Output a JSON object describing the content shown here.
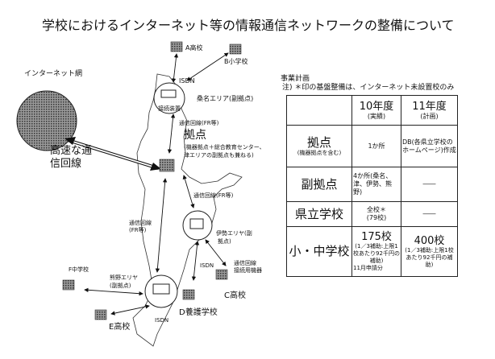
{
  "title": "学校におけるインターネット等の情報通信ネットワークの整備について",
  "diagram": {
    "internet": "インターネット網",
    "highspeed1": "高速な通",
    "highspeed2": "信回線",
    "a_school": "A高校",
    "b_school": "B小学校",
    "isdn1": "ISDN",
    "device": "接続装置",
    "kuwana": "桑名エリア(副拠点)",
    "line1": "通信回線(FR等)",
    "hub": "拠点",
    "hub_sub1": "(機器拠点＋総合教育センター、",
    "hub_sub2": "津エリアの副拠点も兼ねる)",
    "line2": "通信回線(FR等)",
    "line3a": "通信回線",
    "line3b": "(FR等)",
    "ise1": "伊勢エリヤ(副",
    "ise2": "拠点)",
    "isdn2": "ISDN",
    "equip1": "通信回線",
    "equip2": "接続用機器",
    "c_school": "C高校",
    "d_school": "D養護学校",
    "kumano1": "熊野エリヤ",
    "kumano2": "(副拠点)",
    "f_school": "F中学校",
    "e_school": "E高校",
    "isdn3": "ISDN"
  },
  "plan": {
    "heading": "事業計画",
    "note": "注) ＊印の基盤整備は、インターネット未設置校のみ",
    "col1": "10年度",
    "col1_sub": "(実績)",
    "col2": "11年度",
    "col2_sub": "(計画)",
    "rows": [
      {
        "label": "拠点",
        "sub": "(機器拠点を含む)",
        "y10": "1か所",
        "y11": "DB(各県立学校のホームページ)作成"
      },
      {
        "label": "副拠点",
        "y10": "4か所(桑名、津、伊勢、熊野)",
        "y11": "――"
      },
      {
        "label": "県立学校",
        "y10": "全校＊",
        "y10b": "(79校)",
        "y11": "――"
      },
      {
        "label": "小・中学校",
        "y10": "175校",
        "y10b": "(1／3補助:上限1校あたり92千円の補助)",
        "y10c": "11月申請分",
        "y11": "400校",
        "y11b": "(1／3補助:上限1校あたり92千円の補助)"
      }
    ]
  }
}
